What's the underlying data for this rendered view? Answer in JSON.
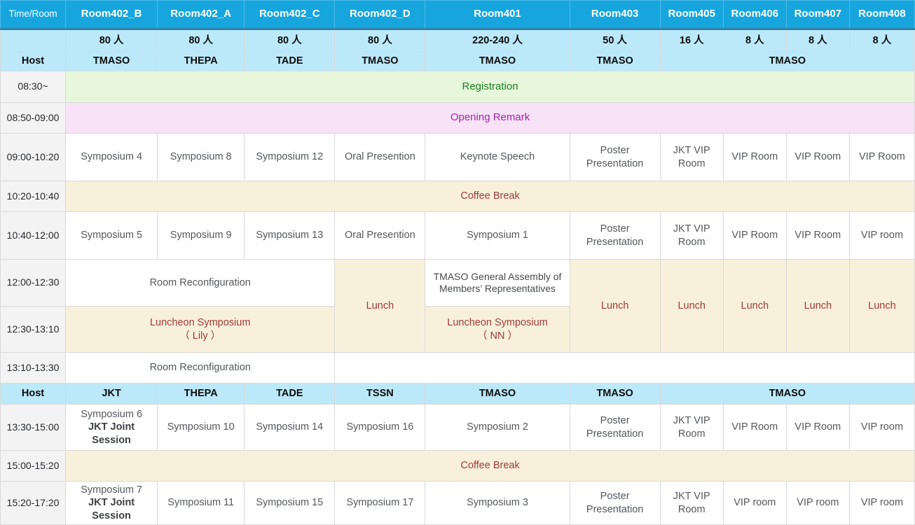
{
  "colors": {
    "header_blue": "#17a5de",
    "header_separator_blue": "#2f83aa",
    "light_blue": "#bce9f9",
    "registration_bg": "#e6f7db",
    "registration_text": "#1f7d1f",
    "opening_bg": "#f8e2f8",
    "opening_text": "#a226a2",
    "break_bg": "#f8f0da",
    "break_text": "#a03a3a",
    "time_column_bg": "#f3f3f3",
    "cell_text_gray": "#54575c"
  },
  "header": {
    "time_room": "Time/Room",
    "rooms": [
      "Room402_B",
      "Room402_A",
      "Room402_C",
      "Room402_D",
      "Room401",
      "Room403",
      "Room405",
      "Room406",
      "Room407",
      "Room408"
    ]
  },
  "capacity": [
    "80 人",
    "80 人",
    "80 人",
    "80 人",
    "220-240 人",
    "50 人",
    "16 人",
    "8 人",
    "8 人",
    "8 人"
  ],
  "host_row1": {
    "label": "Host",
    "cells": [
      "TMASO",
      "THEPA",
      "TADE",
      "TMASO",
      "TMASO",
      "TMASO",
      "TMASO"
    ]
  },
  "rows": {
    "registration": {
      "time": "08:30~",
      "label": "Registration"
    },
    "opening": {
      "time": "08:50-09:00",
      "label": "Opening Remark"
    },
    "morning1": {
      "time": "09:00-10:20",
      "cells": [
        "Symposium 4",
        "Symposium 8",
        "Symposium 12",
        "Oral Presention",
        "Keynote Speech",
        "Poster Presentation",
        "JKT VIP Room",
        "VIP Room",
        "VIP Room",
        "VIP Room"
      ]
    },
    "coffee1": {
      "time": "10:20-10:40",
      "label": "Coffee Break"
    },
    "morning2": {
      "time": "10:40-12:00",
      "cells": [
        "Symposium 5",
        "Symposium 9",
        "Symposium 13",
        "Oral Presention",
        "Symposium 1",
        "Poster Presentation",
        "JKT VIP Room",
        "VIP Room",
        "VIP Room",
        "VIP room"
      ]
    },
    "noon1": {
      "time": "12:00-12:30",
      "reconfig": "Room Reconfiguration",
      "lunch_402d": "Lunch",
      "assembly": "TMASO General Assembly of Members’ Representatives",
      "lunches": [
        "Lunch",
        "Lunch",
        "Lunch",
        "Lunch",
        "Lunch"
      ]
    },
    "noon2": {
      "time": "12:30-13:10",
      "lily_line1": "Luncheon Symposium",
      "lily_line2": "（ Lily ）",
      "nn_line1": "Luncheon Symposium",
      "nn_line2": "（ NN ）"
    },
    "reconfig2": {
      "time": "13:10-13:30",
      "label": "Room Reconfiguration"
    },
    "host_row2": {
      "label": "Host",
      "cells": [
        "JKT",
        "THEPA",
        "TADE",
        "TSSN",
        "TMASO",
        "TMASO",
        "TMASO"
      ]
    },
    "afternoon1": {
      "time": "13:30-15:00",
      "joint_line1": "Symposium 6",
      "joint_line2": "JKT Joint Session",
      "cells": [
        "Symposium 10",
        "Symposium 14",
        "Symposium 16",
        "Symposium 2",
        "Poster Presentation",
        "JKT VIP Room",
        "VIP Room",
        "VIP Room",
        "VIP room"
      ]
    },
    "coffee2": {
      "time": "15:00-15:20",
      "label": "Coffee Break"
    },
    "afternoon2": {
      "time": "15:20-17:20",
      "joint_line1": "Symposium 7",
      "joint_line2": "JKT Joint Session",
      "cells": [
        "Symposium 11",
        "Symposium 15",
        "Symposium 17",
        "Symposium 3",
        "Poster Presentation",
        "JKT VIP Room",
        "VIP room",
        "VIP room",
        "VIP room"
      ]
    }
  }
}
